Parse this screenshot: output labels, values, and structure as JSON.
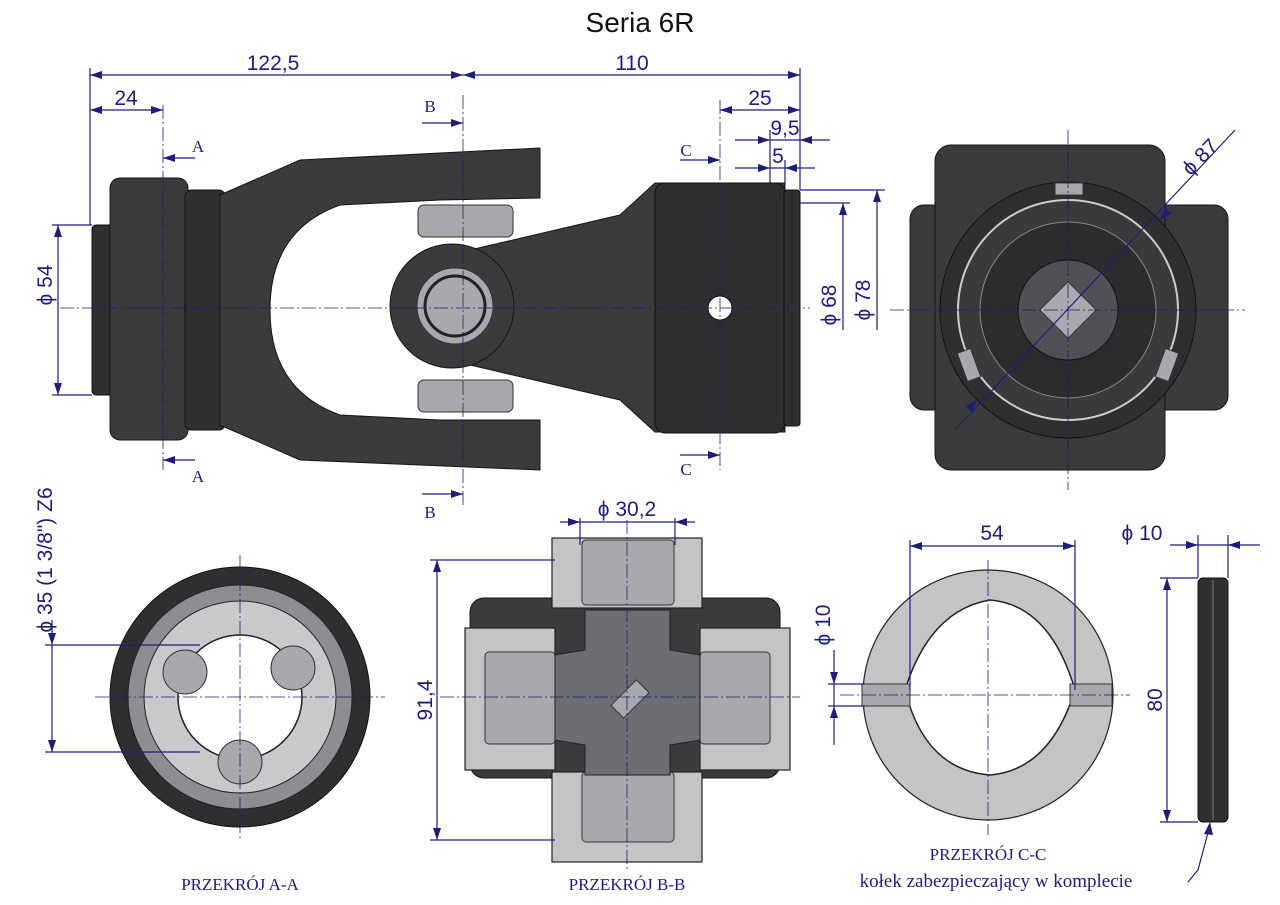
{
  "title": "Seria 6R",
  "side_view": {
    "dim_total_left": "122,5",
    "dim_total_right": "110",
    "dim_24": "24",
    "dim_25": "25",
    "dim_9_5": "9,5",
    "dim_5": "5",
    "dia_54": "ϕ 54",
    "dia_68": "ϕ 68",
    "dia_78": "ϕ 78",
    "section_a": "A",
    "section_b": "B",
    "section_c": "C"
  },
  "end_view": {
    "dia_87": "ϕ 87"
  },
  "section_aa": {
    "dia_35": "ϕ 35  (1 3/8\") Z6",
    "caption": "PRZEKRÓJ A-A"
  },
  "section_bb": {
    "dia_30_2": "ϕ 30,2",
    "dim_91_4": "91,4",
    "caption": "PRZEKRÓJ B-B"
  },
  "section_cc": {
    "dim_54": "54",
    "dia_10": "ϕ 10",
    "caption": "PRZEKRÓJ C-C"
  },
  "pin": {
    "dia_10": "ϕ 10",
    "length_80": "80",
    "caption": "kołek zabezpieczający w komplecie"
  }
}
